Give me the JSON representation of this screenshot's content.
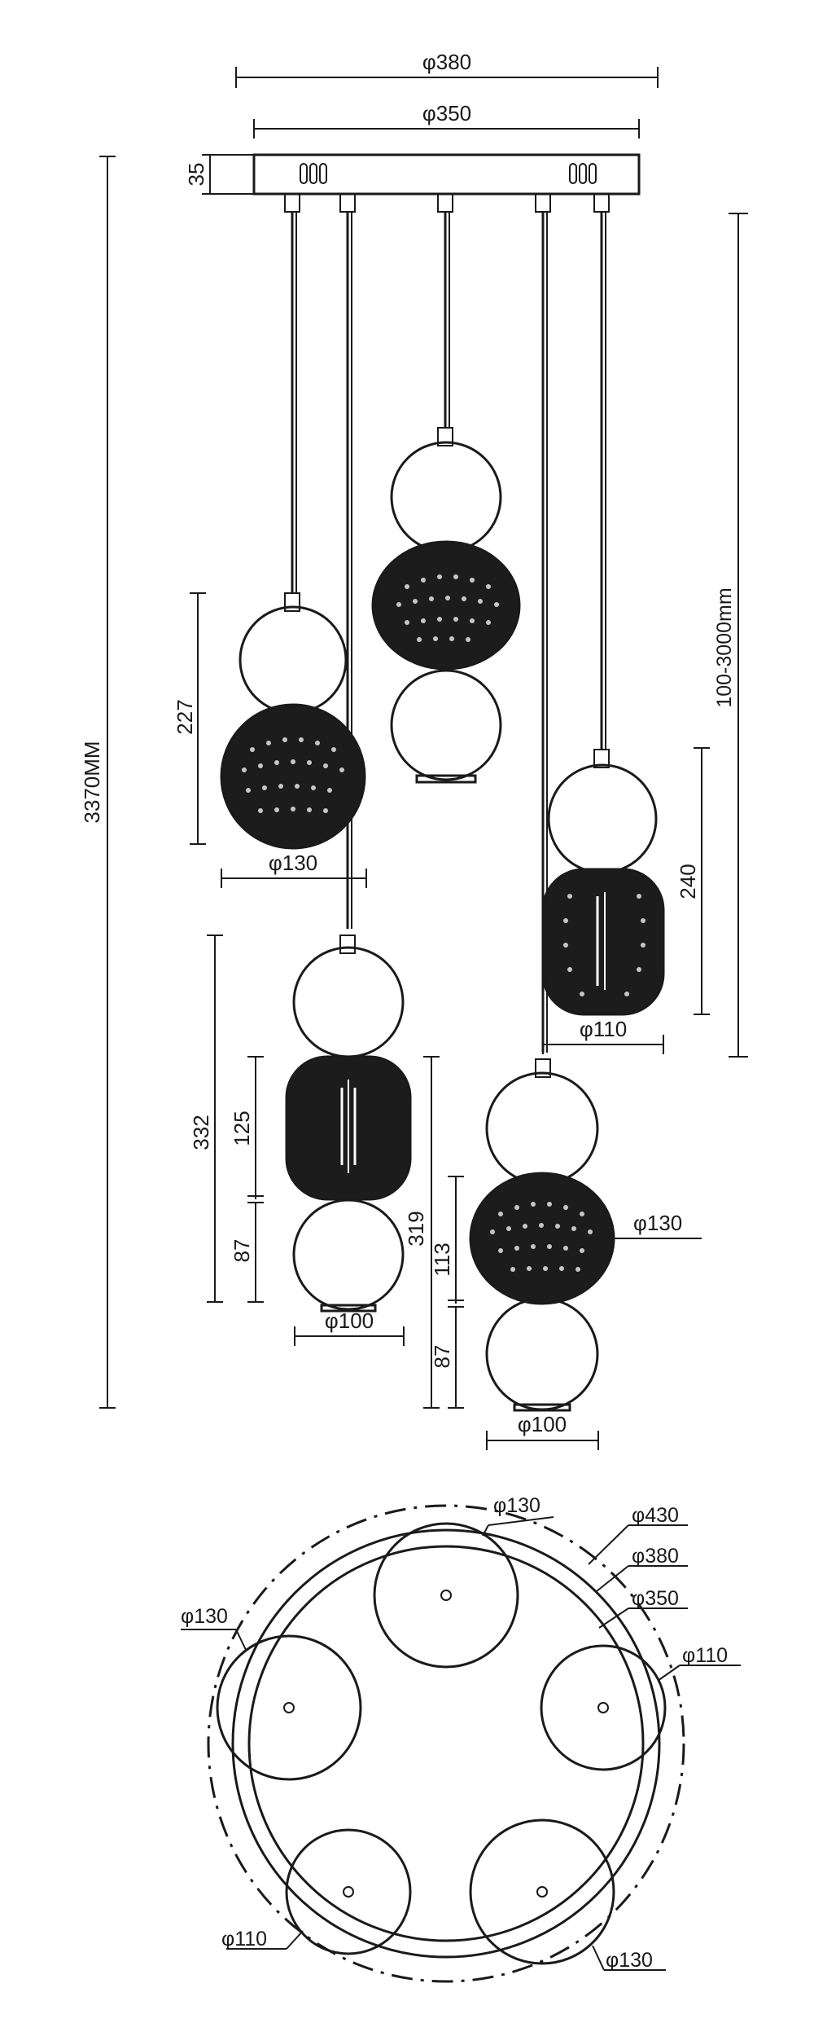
{
  "labels": {
    "d380_top": "φ380",
    "d350_top": "φ350",
    "h35": "35",
    "total_height": "3370MM",
    "cable_range": "100-3000mm",
    "p1_height": "227",
    "p1_diameter": "φ130",
    "p2_height": "332",
    "p2_upper": "125",
    "p2_lower": "87",
    "p2_diameter": "φ100",
    "p3_height": "319",
    "p3_upper": "113",
    "p3_lower": "87",
    "p3_diameter": "φ100",
    "p3_big_diameter": "φ130",
    "p4_height": "240",
    "p4_diameter": "φ110",
    "plan_d130_top": "φ130",
    "plan_d430": "φ430",
    "plan_d380": "φ380",
    "plan_d350": "φ350",
    "plan_d130_left": "φ130",
    "plan_d110_right": "φ110",
    "plan_d110_bottom": "φ110",
    "plan_d130_bottom": "φ130"
  },
  "colors": {
    "line": "#1a1a1a",
    "shade": "#1c1c1c",
    "background": "#ffffff"
  }
}
